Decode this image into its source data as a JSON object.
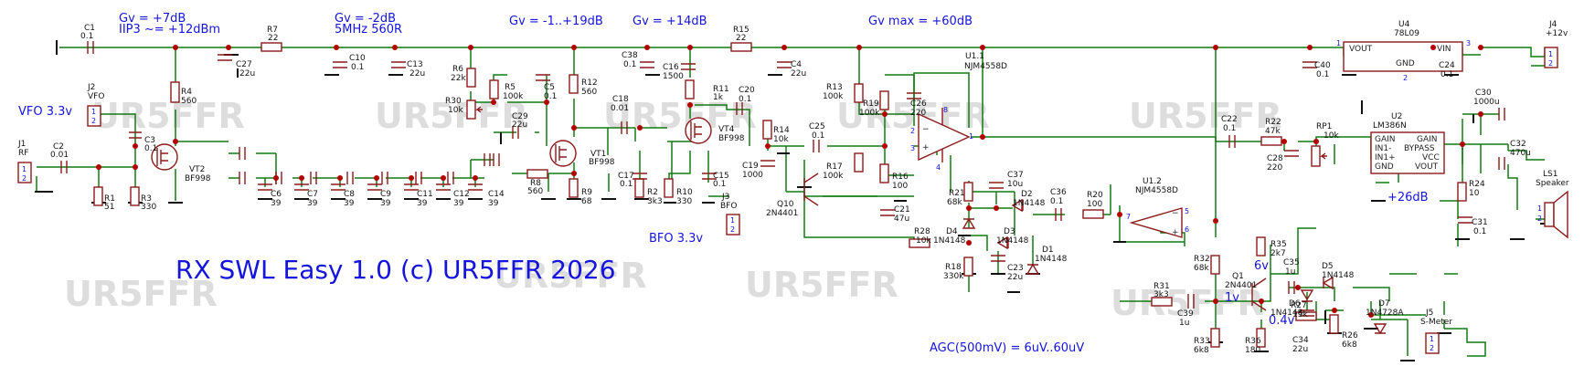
{
  "title": "RX SWL Easy 1.0 (c) UR5FFR 2026",
  "watermark": "UR5FFR",
  "notes": {
    "stage1_gain": "Gv = +7dB",
    "stage1_iip3": "IIP3 ~= +12dBm",
    "stage2_gain": "Gv = -2dB",
    "stage2_filter": "5MHz 560R",
    "stage3_gain": "Gv = -1..+19dB",
    "stage4_gain": "Gv = +14dB",
    "stage5_gain": "Gv max = +60dB",
    "vfo_level": "VFO 3.3v",
    "bfo_level": "BFO 3.3v",
    "audio_gain": "+26dB",
    "agc": "AGC(500mV) = 6uV..60uV",
    "v_6v": "6v",
    "v_1v": "1v",
    "v_04v": "0.4v"
  },
  "connectors": {
    "j1_ref": "J1",
    "j1_name": "RF",
    "j2_ref": "J2",
    "j2_name": "VFO",
    "j3_ref": "J3",
    "j3_name": "BFO",
    "j4_ref": "J4",
    "j4_name": "+12v",
    "j5_ref": "J5",
    "j5_name": "S-Meter",
    "ls1_ref": "LS1",
    "ls1_name": "Speaker",
    "pin1": "1",
    "pin2": "2"
  },
  "parts": {
    "c1": "C1",
    "c1v": "0.1",
    "c2": "C2",
    "c2v": "0.01",
    "c3": "C3",
    "c3v": "0.1",
    "r1": "R1",
    "r1v": "51",
    "r3": "R3",
    "r3v": "330",
    "r4": "R4",
    "r4v": "560",
    "vt2": "VT2",
    "vt2v": "BF998",
    "r7": "R7",
    "r7v": "22",
    "c27": "C27",
    "c27v": "22u",
    "c10": "C10",
    "c10v": "0.1",
    "c13": "C13",
    "c13v": "22u",
    "c6": "C6",
    "c6v": "39",
    "c7": "C7",
    "c7v": "39",
    "c8": "C8",
    "c8v": "39",
    "c9": "C9",
    "c9v": "39",
    "c11": "C11",
    "c11v": "39",
    "c12": "C12",
    "c12v": "39",
    "c14": "C14",
    "c14v": "39",
    "r6": "R6",
    "r6v": "22k",
    "r30": "R30",
    "r30v": "10k",
    "r5": "R5",
    "r5v": "100k",
    "c5": "C5",
    "c5v": "0.1",
    "c29": "C29",
    "c29v": "22u",
    "r8": "R8",
    "r8v": "560",
    "r12": "R12",
    "r12v": "560",
    "vt1": "VT1",
    "vt1v": "BF998",
    "r9": "R9",
    "r9v": "68",
    "c38": "C38",
    "c38v": "0.1",
    "c18": "C18",
    "c18v": "0.01",
    "c17": "C17",
    "c17v": "0.1",
    "r2": "R2",
    "r2v": "3k3",
    "c16": "C16",
    "c16v": "1500",
    "r11": "R11",
    "r11v": "1k",
    "vt4": "VT4",
    "vt4v": "BF998",
    "r10": "R10",
    "r10v": "330",
    "c15": "C15",
    "c15v": "0.1",
    "r15": "R15",
    "r15v": "22",
    "c20": "C20",
    "c20v": "0.1",
    "c4": "C4",
    "c4v": "22u",
    "r14": "R14",
    "r14v": "10k",
    "c19": "C19",
    "c19v": "1000",
    "c25": "C25",
    "c25v": "0.1",
    "q10": "Q10",
    "q10v": "2N4401",
    "r13": "R13",
    "r13v": "100k",
    "r17": "R17",
    "r17v": "100k",
    "r19": "R19",
    "r19v": "100k",
    "c26": "C26",
    "c26v": "220",
    "r16": "R16",
    "r16v": "100",
    "c21": "C21",
    "c21v": "47u",
    "u11": "U1.1",
    "u11v": "NJM4558D",
    "r21": "R21",
    "r21v": "68k",
    "c37": "C37",
    "c37v": "10u",
    "d2": "D2",
    "d2v": "1N4148",
    "d4": "D4",
    "d4v": "1N4148",
    "d3": "D3",
    "d3v": "1N4148",
    "d1": "D1",
    "d1v": "1N4148",
    "r28": "R28",
    "r28v": "10k",
    "r18": "R18",
    "r18v": "330k",
    "c23": "C23",
    "c23v": "22u",
    "c36": "C36",
    "c36v": "0.1",
    "r20": "R20",
    "r20v": "100",
    "u12": "U1.2",
    "u12v": "NJM4558D",
    "c22": "C22",
    "c22v": "0.1",
    "r22": "R22",
    "r22v": "47k",
    "c28": "C28",
    "c28v": "220",
    "rp1": "RP1",
    "rp1v": "10k",
    "u4": "U4",
    "u4v": "78L09",
    "c40": "C40",
    "c40v": "0.1",
    "c24": "C24",
    "c24v": "0.1",
    "u2": "U2",
    "u2v": "LM386N",
    "c30": "C30",
    "c30v": "1000u",
    "c32": "C32",
    "c32v": "470u",
    "r24": "R24",
    "r24v": "10",
    "c31": "C31",
    "c31v": "0.1",
    "r32": "R32",
    "r32v": "68k",
    "r31": "R31",
    "r31v": "3k3",
    "c39": "C39",
    "c39v": "1u",
    "r33": "R33",
    "r33v": "6k8",
    "q1": "Q1",
    "q1v": "2N4401",
    "r35": "R35",
    "r35v": "2k7",
    "r36": "R36",
    "r36v": "180",
    "c35": "C35",
    "c35v": "1u",
    "d5": "D5",
    "d5v": "1N4148",
    "d6": "D6",
    "d6v": "1N4148",
    "r27": "R27",
    "r27v": "15k",
    "d7": "D7",
    "d7v": "1N4728A",
    "r26": "R26",
    "r26v": "6k8",
    "c34": "C34",
    "c34v": "22u"
  },
  "ic_pins": {
    "u4_vout": "VOUT",
    "u4_vin": "VIN",
    "u4_gnd": "GND",
    "u2_gain1": "GAIN",
    "u2_in_minus": "IN1-",
    "u2_in_plus": "IN1+",
    "u2_gnd": "GND",
    "u2_gain2": "GAIN",
    "u2_bypass": "BYPASS",
    "u2_vcc": "VCC",
    "u2_vout": "VOUT",
    "n1": "1",
    "n2": "2",
    "n3": "3",
    "n4": "4",
    "n5": "5",
    "n6": "6",
    "n7": "7",
    "n8": "8"
  },
  "colors": {
    "wire": "#127b12",
    "part": "#8b1a1a",
    "junction": "#b40000",
    "note": "#1414dc",
    "watermark": "#dddddd"
  }
}
